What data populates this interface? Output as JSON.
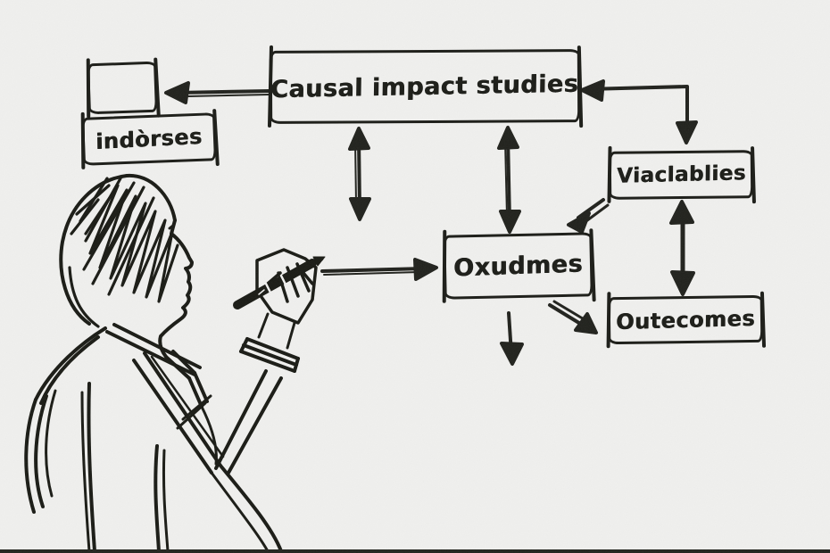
{
  "canvas": {
    "background_color": "#f0f0ee",
    "ink_color": "#20211c",
    "style": "hand-drawn whiteboard marker sketch"
  },
  "diagram": {
    "nodes": [
      {
        "id": "causal-impact-studies",
        "label": "Causal impact studies"
      },
      {
        "id": "empty-box",
        "label": ""
      },
      {
        "id": "indorses",
        "label": "indòrses"
      },
      {
        "id": "viaclablies",
        "label": "Viaclablies"
      },
      {
        "id": "oxudmes",
        "label": "Oxudmes"
      },
      {
        "id": "outecomes",
        "label": "Outecomes"
      }
    ],
    "edges": [
      {
        "from": "causal-impact-studies",
        "to": "empty-box",
        "arrowheads": "single",
        "direction": "left"
      },
      {
        "from": "causal-impact-studies",
        "to": "viaclablies",
        "arrowheads": "double",
        "shape": "elbow"
      },
      {
        "from": "causal-impact-studies",
        "to": "open-space-below",
        "arrowheads": "double",
        "direction": "vertical"
      },
      {
        "from": "causal-impact-studies",
        "to": "oxudmes",
        "arrowheads": "double",
        "direction": "vertical"
      },
      {
        "from": "viaclablies",
        "to": "oxudmes",
        "arrowheads": "single",
        "direction": "diagonal-down-left"
      },
      {
        "from": "viaclablies",
        "to": "outecomes",
        "arrowheads": "double",
        "direction": "vertical"
      },
      {
        "from": "oxudmes",
        "to": "outecomes",
        "arrowheads": "single",
        "direction": "diagonal-down-right"
      },
      {
        "from": "oxudmes",
        "to": "open-space-below",
        "arrowheads": "single",
        "direction": "down"
      },
      {
        "from": "pen-tip",
        "to": "oxudmes",
        "arrowheads": "single",
        "direction": "right"
      }
    ]
  },
  "figure": {
    "description": "sketched person in profile with scribbled hair, collar and raised arm, holding a marker pen pointing at the Oxudmes box"
  }
}
